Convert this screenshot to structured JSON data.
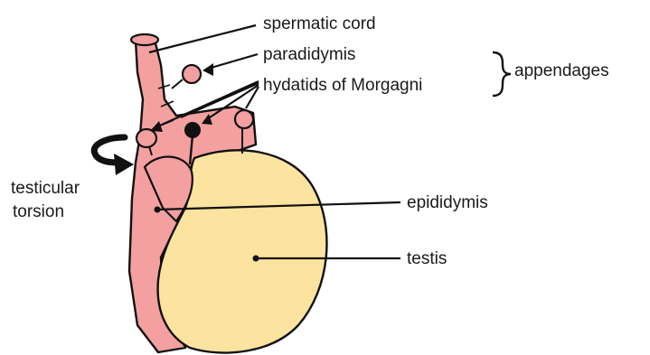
{
  "labels": {
    "spermatic_cord": "spermatic cord",
    "paradidymis": "paradidymis",
    "hydatids": "hydatids of Morgagni",
    "appendages": "appendages",
    "testicular_torsion_line1": "testicular",
    "testicular_torsion_line2": "torsion",
    "epididymis": "epididymis",
    "testis": "testis"
  },
  "colors": {
    "epididymis_pink": "#f4a0a0",
    "testis_yellow": "#fde3a0",
    "outline": "#111111",
    "background": "#ffffff"
  }
}
